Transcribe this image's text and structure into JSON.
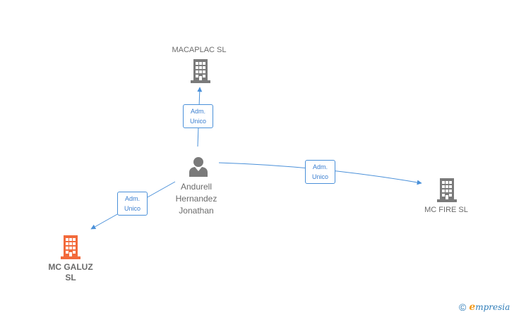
{
  "nodes": {
    "macaplac": {
      "label": "MACAPLAC  SL",
      "icon": "building-icon",
      "color": "#7a7a7a"
    },
    "person": {
      "label": "Andurell\nHernandez\nJonathan",
      "icon": "person-icon",
      "color": "#7a7a7a"
    },
    "mcfire": {
      "label": "MC FIRE  SL",
      "icon": "building-icon",
      "color": "#7a7a7a"
    },
    "mcgaluz": {
      "label": "MC GALUZ\nSL",
      "icon": "building-icon",
      "color": "#f26a3b"
    }
  },
  "edges": {
    "to_macaplac": {
      "label": "Adm.\nUnico"
    },
    "to_mcfire": {
      "label": "Adm.\nUnico"
    },
    "to_mcgaluz": {
      "label": "Adm.\nUnico"
    }
  },
  "colors": {
    "edge": "#4a90d9"
  },
  "footer": {
    "copyright": "©",
    "brand_initial": "e",
    "brand_rest": "mpresia"
  }
}
